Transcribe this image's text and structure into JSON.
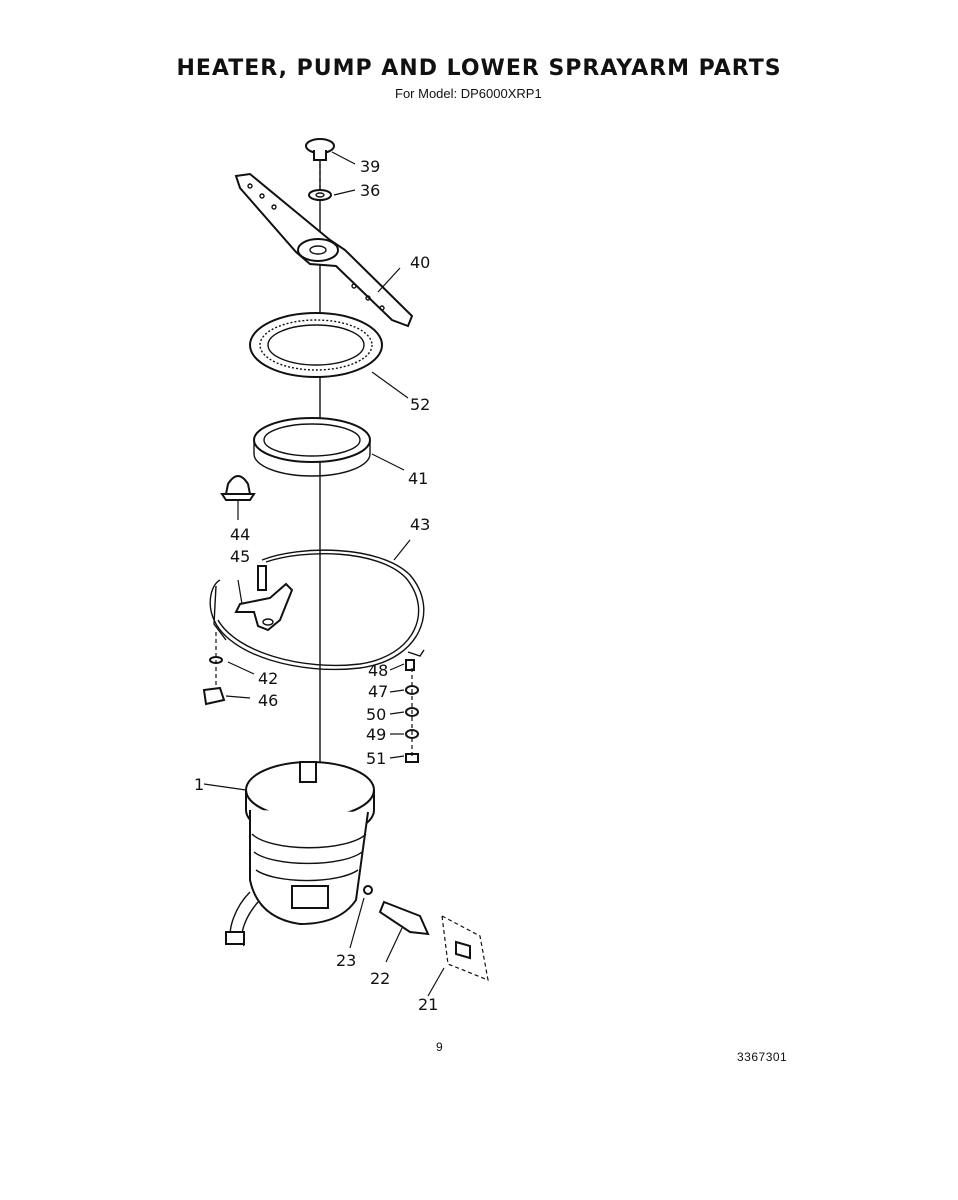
{
  "page": {
    "title": "HEATER, PUMP AND LOWER SPRAYARM PARTS",
    "subtitle": "For Model: DP6000XRP1",
    "page_number": "9",
    "doc_number": "3367301"
  },
  "callouts": {
    "c39": "39",
    "c36": "36",
    "c40": "40",
    "c52": "52",
    "c41": "41",
    "c44": "44",
    "c45": "45",
    "c43": "43",
    "c42": "42",
    "c46": "46",
    "c48": "48",
    "c47": "47",
    "c50": "50",
    "c49": "49",
    "c51": "51",
    "c1": "1",
    "c23": "23",
    "c22": "22",
    "c21": "21"
  }
}
